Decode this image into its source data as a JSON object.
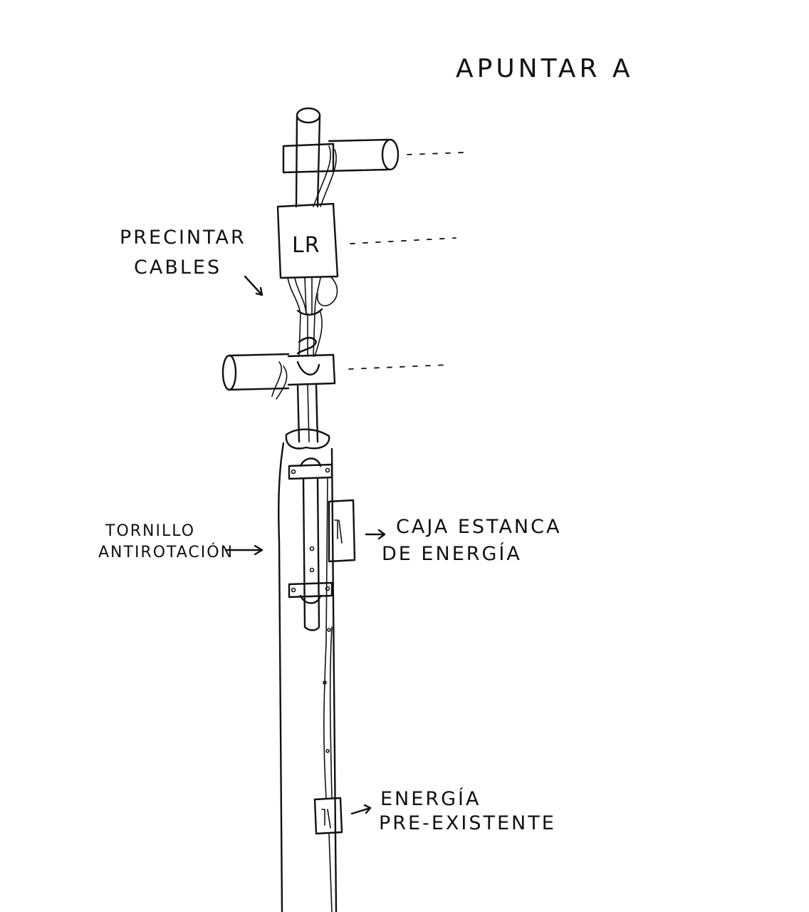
{
  "title": "APUNTAR A",
  "box_label": "LR",
  "labels": {
    "precintar_1": "PRECINTAR",
    "precintar_2": "CABLES",
    "tornillo_1": "TORNILLO",
    "tornillo_2": "ANTIROTACIÓN",
    "caja_1": "CAJA ESTANCA",
    "caja_2": "DE ENERGÍA",
    "energia_1": "ENERGÍA",
    "energia_2": "PRE-EXISTENTE"
  },
  "colors": {
    "ink": "#111111",
    "paper": "#ffffff"
  }
}
